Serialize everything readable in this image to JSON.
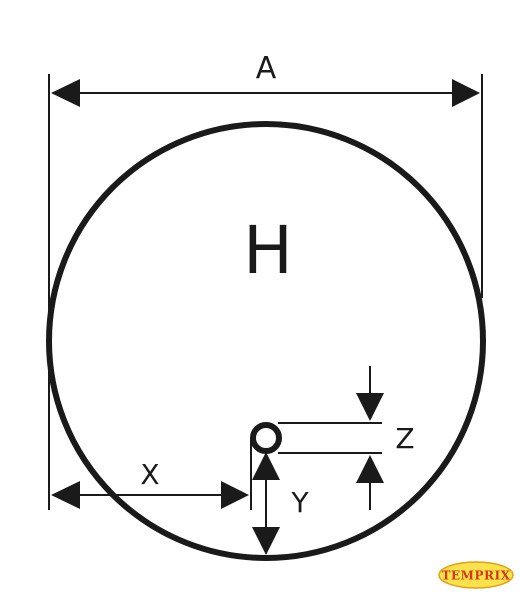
{
  "labels": {
    "A": "A",
    "H": "H",
    "X": "X",
    "Y": "Y",
    "Z": "Z"
  },
  "logo": {
    "text": "TEMPRIX"
  },
  "colors": {
    "line": "#1a1a1a",
    "logo_text": "#d0381c",
    "logo_fill": "#fbe24a"
  }
}
